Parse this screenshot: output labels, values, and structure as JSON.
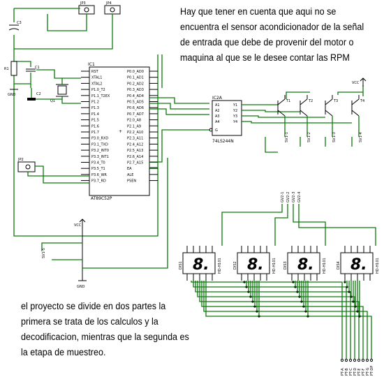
{
  "notes": {
    "top": "Hay que tener en cuenta que aqui no se\nencuentra el sensor acondicionador de la señal\nde entrada que debe de provenir del motor o\nmaquina al que se le desee contar las RPM",
    "bottom": "el proyecto se divide en dos partes la\nprimera se trata de los calculos y la\ndecodificacion, mientras que la segunda es\nla etapa de muestreo."
  },
  "components": {
    "jp3": "JP3",
    "jp4": "JP4",
    "jp2": "JP2",
    "c3": "C3",
    "r1": "R1",
    "c1": "C1",
    "c2": "C2",
    "q1": "Q1",
    "ic1": "IC1",
    "ic1_part": "AT89C52P",
    "ic2": "IC2A",
    "ic2_part": "74LS244N",
    "gnd": "GND",
    "vcc": "VCC",
    "display": "8."
  },
  "ic1_left_pins": [
    "RST",
    "XTAL1",
    "XTAL2",
    "P1.0_T2",
    "P1.1_T2EX",
    "P1.2",
    "P1.3",
    "P1.4",
    "P1.5",
    "P1.6",
    "P1.7",
    "P3.0_RXD",
    "P3.1_TXD",
    "P3.2_INT0",
    "P3.3_INT1",
    "P3.4_T0",
    "P3.5_T1",
    "P3.6_WR",
    "P3.7_RD"
  ],
  "ic1_right_pins": [
    "P0.0_AD0",
    "P0.1_AD1",
    "P0.2_AD2",
    "P0.3_AD3",
    "P0.4_AD4",
    "P0.5_AD5",
    "P0.6_AD6",
    "P0.7_AD7",
    "P2.0_A8",
    "P2.1_A9",
    "P2.2_A10",
    "P2.3_A11",
    "P2.4_A12",
    "P2.5_A13",
    "P2.6_A14",
    "P2.7_A15",
    "EA",
    "ALE",
    "PSEN"
  ],
  "ic2_pins_left": [
    "A1",
    "A2",
    "A3",
    "A4",
    "G"
  ],
  "ic2_pins_right": [
    "Y1",
    "Y2",
    "Y3",
    "Y4"
  ],
  "transistor_labels": [
    "T1",
    "T2",
    "T3",
    "T4"
  ],
  "display_labels": [
    "DIS1",
    "DIS2",
    "DIS3",
    "DIS4"
  ],
  "display_part": "HD-H101",
  "bus_labels": [
    "GV2-1",
    "GV2-2",
    "GV2-3",
    "GV2-4"
  ],
  "bottom_bus_labels": [
    "PT-A",
    "PT-B",
    "PT-C",
    "PT-D",
    "PT-E",
    "PT-F",
    "PT-G",
    "PT-DP"
  ],
  "sv_labels": [
    "SV1-1",
    "SV1-2",
    "SV1-3",
    "SV1-4",
    "SV1-5"
  ],
  "colors": {
    "wire": "#0a7a0a",
    "ink": "#000000",
    "background": "#ffffff"
  }
}
